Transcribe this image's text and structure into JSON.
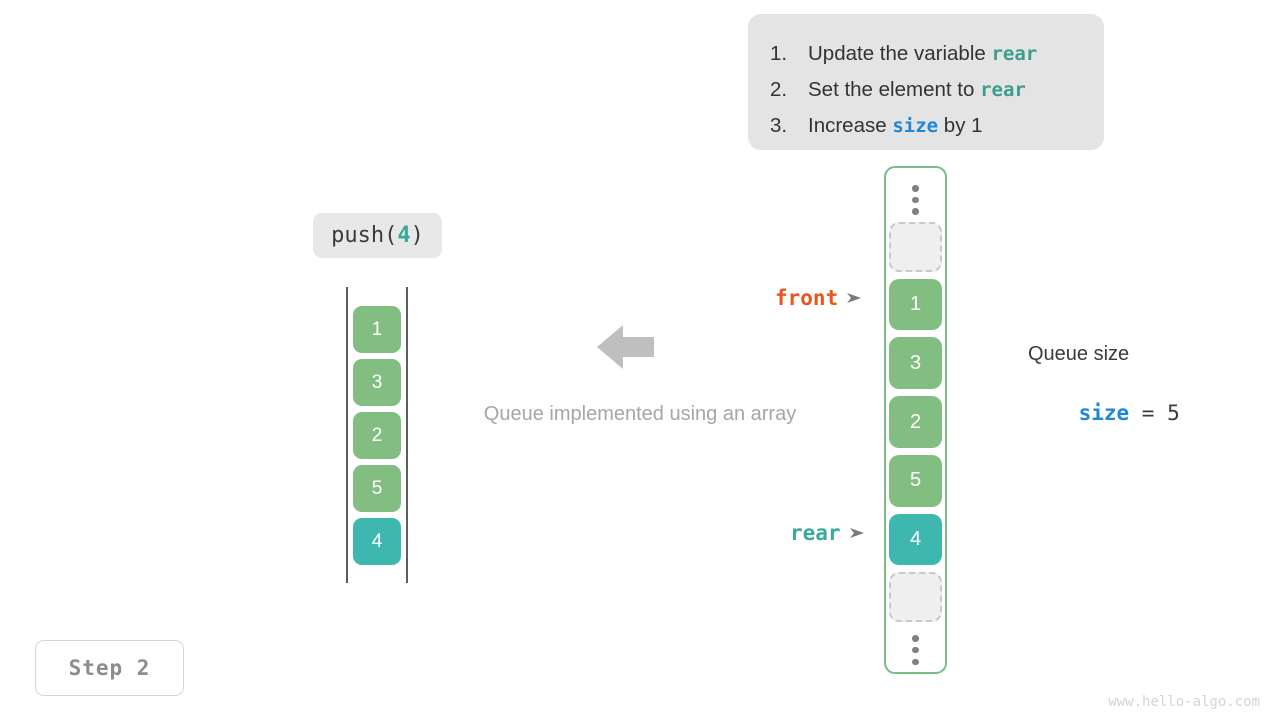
{
  "instructions": {
    "items": [
      {
        "num": "1.",
        "pre": "Update the variable ",
        "kw": "rear",
        "kw_type": "rear",
        "post": ""
      },
      {
        "num": "2.",
        "pre": "Set the element to ",
        "kw": "rear",
        "kw_type": "rear",
        "post": ""
      },
      {
        "num": "3.",
        "pre": "Increase ",
        "kw": "size",
        "kw_type": "size",
        "post": " by 1"
      }
    ]
  },
  "operation": {
    "name": "push(",
    "arg": "4",
    "close": ")"
  },
  "left_queue": {
    "cells": [
      {
        "value": "1",
        "color": "green"
      },
      {
        "value": "3",
        "color": "green"
      },
      {
        "value": "2",
        "color": "green"
      },
      {
        "value": "5",
        "color": "green"
      },
      {
        "value": "4",
        "color": "teal"
      }
    ]
  },
  "middle": {
    "arrow_icon": "left-arrow-icon",
    "caption": "Queue implemented using an array"
  },
  "right_array": {
    "top_dots": "vertical-ellipsis-icon",
    "bottom_dots": "vertical-ellipsis-icon",
    "cells": [
      {
        "value": "1",
        "color": "green"
      },
      {
        "value": "3",
        "color": "green"
      },
      {
        "value": "2",
        "color": "green"
      },
      {
        "value": "5",
        "color": "green"
      },
      {
        "value": "4",
        "color": "teal"
      }
    ]
  },
  "pointers": {
    "front": {
      "label": "front",
      "mark": "➤"
    },
    "rear": {
      "label": "rear",
      "mark": "➤"
    }
  },
  "queue_size": {
    "title": "Queue size",
    "var": "size",
    "expr": " = 5"
  },
  "step_badge": {
    "label": "Step 2"
  },
  "watermark": {
    "text": "www.hello-algo.com"
  },
  "colors": {
    "green": "#82be82",
    "teal": "#3eb7af",
    "rear_accent": "#3aa99a",
    "size_accent": "#1f87d8",
    "front_accent": "#e8561e",
    "panel_bg": "#e4e4e4",
    "array_border": "#7bbd85"
  }
}
